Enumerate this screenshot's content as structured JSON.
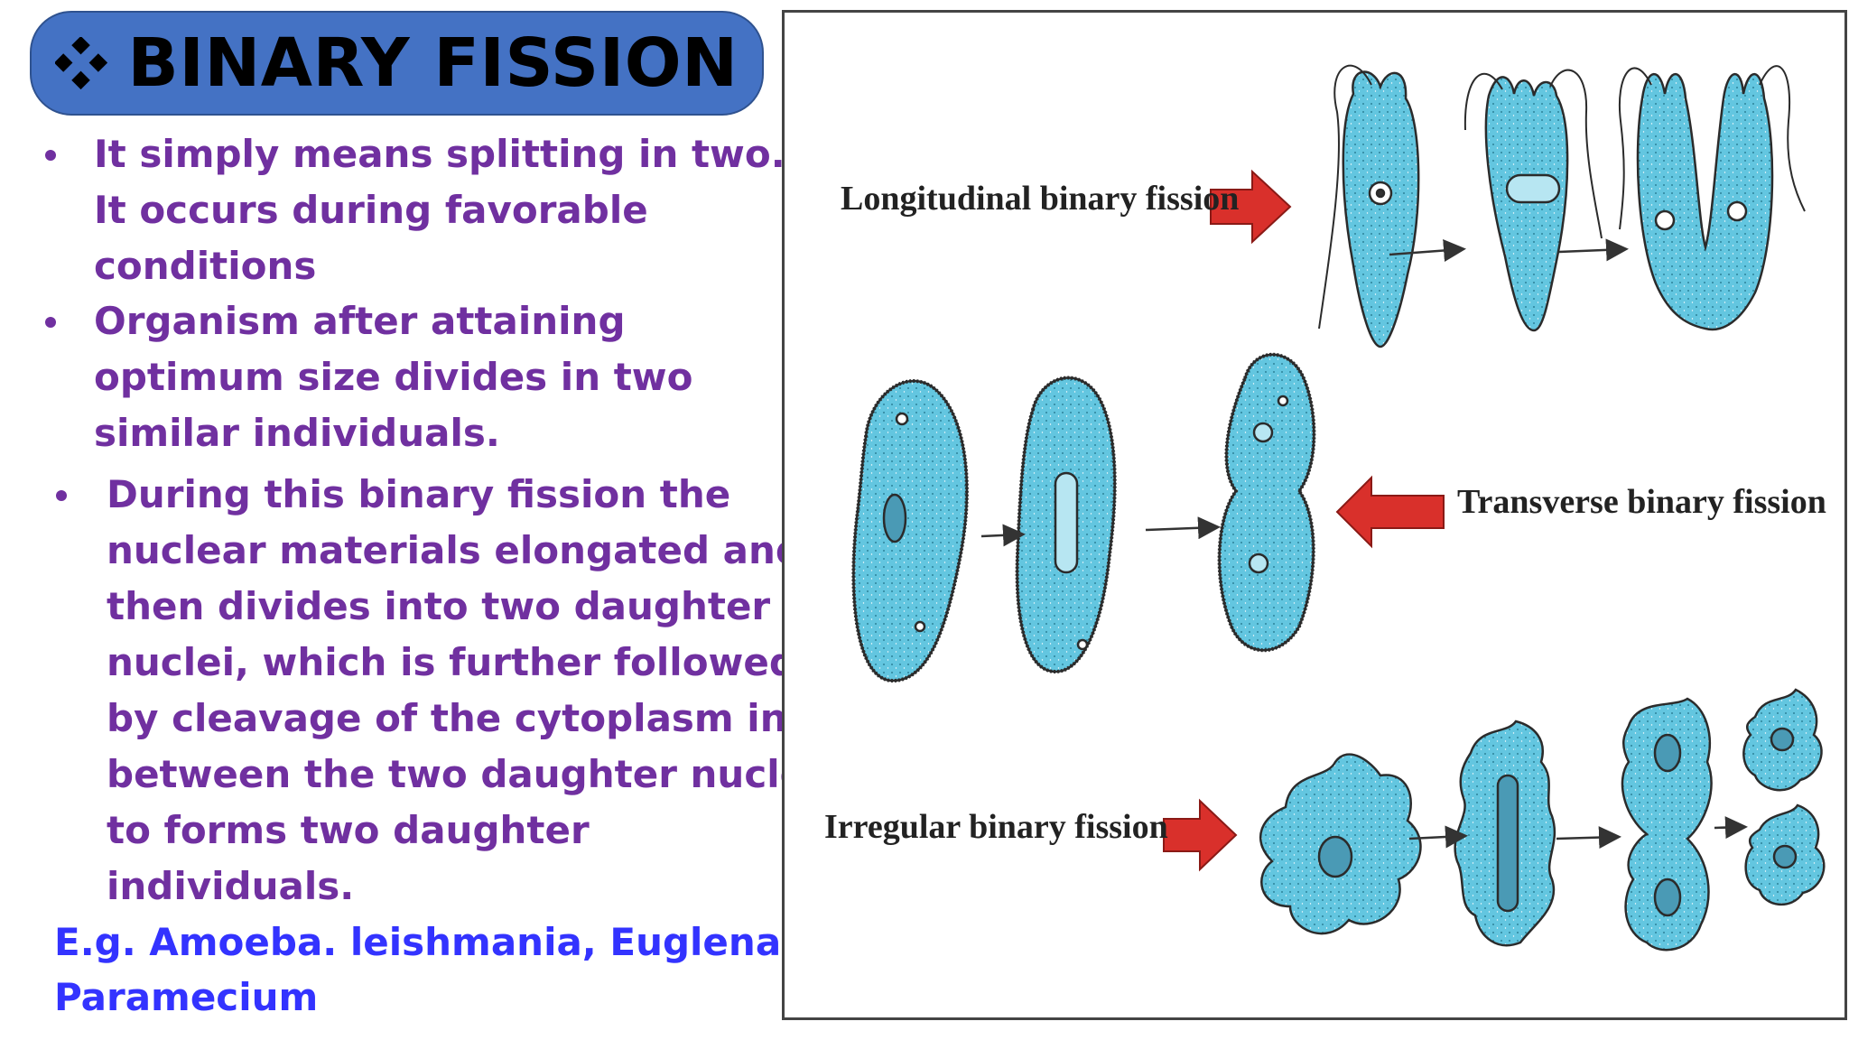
{
  "slide": {
    "title": "BINARY FISSION",
    "bullets": [
      {
        "lines": [
          "It simply means splitting in two.",
          "It occurs during favorable",
          "conditions"
        ]
      },
      {
        "lines": [
          " Organism after attaining",
          "optimum size divides in two",
          "similar  individuals."
        ]
      },
      {
        "lines": [
          "During this   binary fission the",
          "nuclear materials elongated and",
          "then divides into two daughter",
          "nuclei, which is further followed",
          "by cleavage  of  the  cytoplasm in",
          "between the two daughter nuclei",
          "to forms  two daughter",
          "individuals."
        ]
      }
    ],
    "examples": [
      "E.g. Amoeba.  leishmania, Euglena",
      "Paramecium"
    ]
  },
  "figure": {
    "labels": {
      "longitudinal": "Longitudinal binary fission",
      "transverse": "Transverse binary fission",
      "irregular": "Irregular binary fission"
    },
    "colors": {
      "cell_fill": "#63c6e0",
      "cell_stroke": "#2b2b2b",
      "big_arrow": "#d9302b",
      "title_banner": "#4472c4",
      "bullet_text": "#7030a0",
      "example_text": "#3333ff"
    },
    "icons": [
      "diamond-bullet-icon",
      "right-arrow-icon",
      "left-arrow-icon"
    ]
  }
}
